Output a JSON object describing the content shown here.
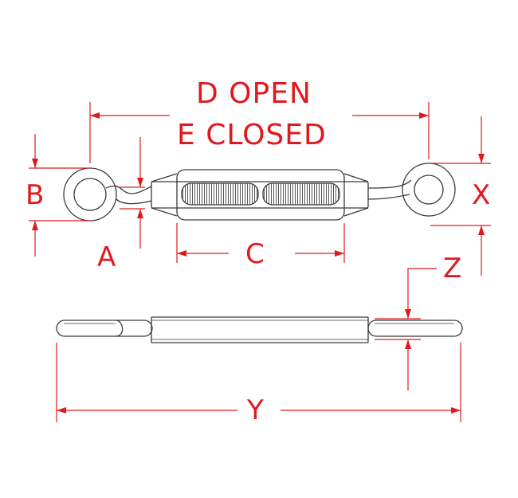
{
  "labels": {
    "d": "D OPEN",
    "e": "E CLOSED",
    "b": "B",
    "a": "A",
    "c": "C",
    "x": "X",
    "z": "Z",
    "y": "Y"
  },
  "colors": {
    "dimension": "#e0191e",
    "outline": "#3a3a3a"
  }
}
